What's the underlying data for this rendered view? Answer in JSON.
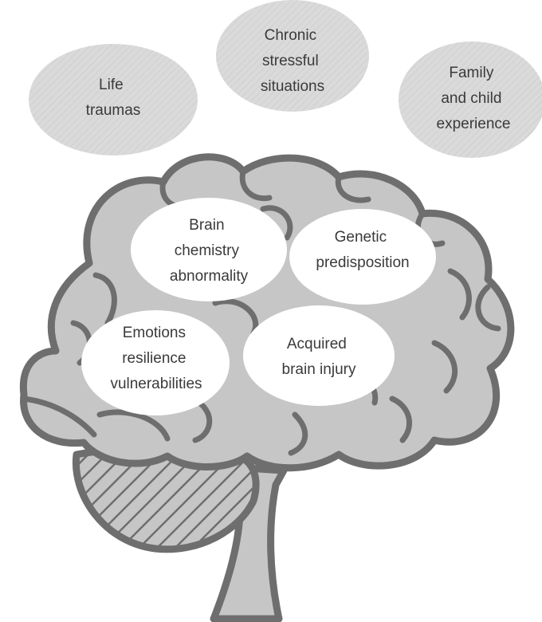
{
  "outer_factors": [
    {
      "id": "life-traumas",
      "lines": [
        "Life",
        "traumas"
      ]
    },
    {
      "id": "chronic-stress",
      "lines": [
        "Chronic",
        "stressful",
        "situations"
      ]
    },
    {
      "id": "family-experience",
      "lines": [
        "Family",
        "and child",
        "experience"
      ]
    }
  ],
  "inner_factors": [
    {
      "id": "brain-chemistry",
      "lines": [
        "Brain",
        "chemistry",
        "abnormality"
      ]
    },
    {
      "id": "genetic",
      "lines": [
        "Genetic",
        "predisposition"
      ]
    },
    {
      "id": "emotions",
      "lines": [
        "Emotions",
        "resilience",
        "vulnerabilities"
      ]
    },
    {
      "id": "acquired-injury",
      "lines": [
        "Acquired",
        "brain injury"
      ]
    }
  ],
  "colors": {
    "brain_fill": "#c6c6c6",
    "brain_outline": "#6e6e6e",
    "outer_bubble": "#d8d8d8",
    "inner_bubble": "#ffffff",
    "text": "#3a3a3a"
  }
}
